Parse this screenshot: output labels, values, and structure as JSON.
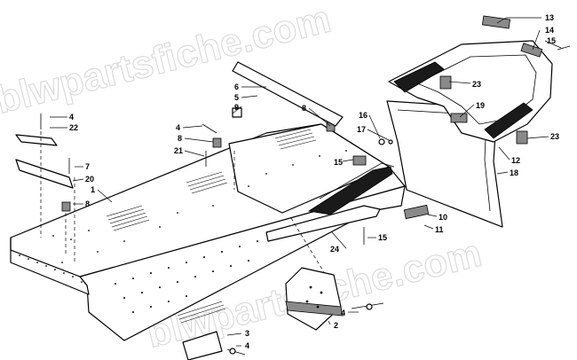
{
  "watermark": "blwpartsfiche.com",
  "callouts": [
    {
      "id": "c13",
      "label": "13"
    },
    {
      "id": "c14",
      "label": "14"
    },
    {
      "id": "c15a",
      "label": "15"
    },
    {
      "id": "c23a",
      "label": "23"
    },
    {
      "id": "c19",
      "label": "19"
    },
    {
      "id": "c23b",
      "label": "23"
    },
    {
      "id": "c12",
      "label": "12"
    },
    {
      "id": "c18",
      "label": "18"
    },
    {
      "id": "c16",
      "label": "16"
    },
    {
      "id": "c17",
      "label": "17"
    },
    {
      "id": "c6",
      "label": "6"
    },
    {
      "id": "c5",
      "label": "5"
    },
    {
      "id": "c9",
      "label": "9"
    },
    {
      "id": "c8a",
      "label": "8"
    },
    {
      "id": "c4a",
      "label": "4"
    },
    {
      "id": "c8b",
      "label": "8"
    },
    {
      "id": "c21",
      "label": "21"
    },
    {
      "id": "c15b",
      "label": "15"
    },
    {
      "id": "c4b",
      "label": "4"
    },
    {
      "id": "c22",
      "label": "22"
    },
    {
      "id": "c7",
      "label": "7"
    },
    {
      "id": "c20",
      "label": "20"
    },
    {
      "id": "c1",
      "label": "1"
    },
    {
      "id": "c8c",
      "label": "8"
    },
    {
      "id": "c10",
      "label": "10"
    },
    {
      "id": "c11",
      "label": "11"
    },
    {
      "id": "c15c",
      "label": "15"
    },
    {
      "id": "c24",
      "label": "24"
    },
    {
      "id": "c4c",
      "label": "4"
    },
    {
      "id": "c2",
      "label": "2"
    },
    {
      "id": "c3",
      "label": "3"
    },
    {
      "id": "c4d",
      "label": "4"
    }
  ]
}
